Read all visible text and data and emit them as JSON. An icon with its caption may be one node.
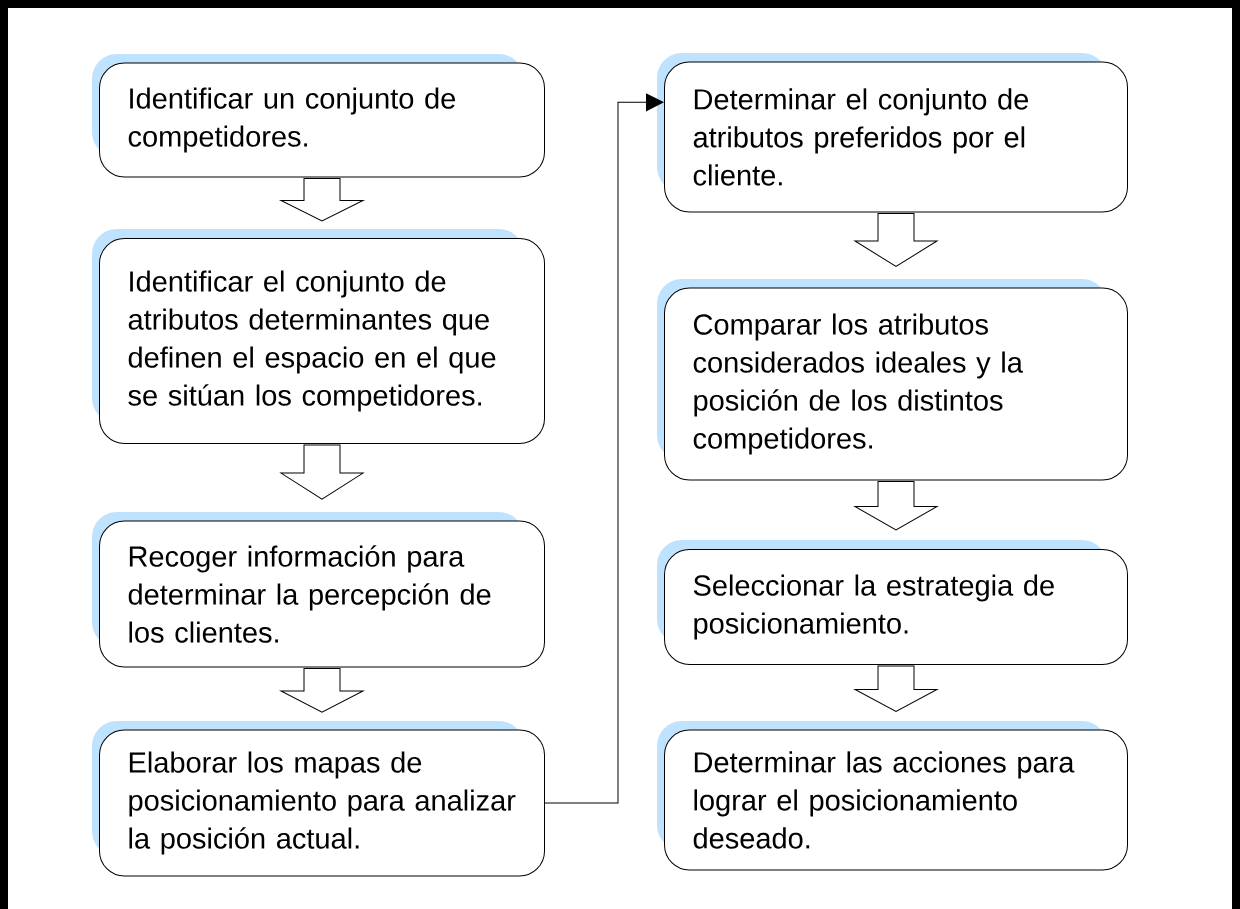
{
  "diagram": {
    "nodes": [
      {
        "text": [
          "Identificar un conjunto de competidores."
        ]
      },
      {
        "text": [
          "Identificar el conjunto de atributos determinantes que definen el espacio en el que se sitúan los competidores."
        ]
      },
      {
        "text": [
          "Recoger información para determinar la percepción de los clientes."
        ]
      },
      {
        "text": [
          "Elaborar los mapas de posicionamiento para analizar la posición actual."
        ]
      },
      {
        "text": [
          "Determinar el conjunto de atributos preferidos por el cliente."
        ]
      },
      {
        "text": [
          "Comparar los atributos considerados ideales y la posición de los distintos competidores."
        ]
      },
      {
        "text": [
          "Seleccionar la estrategia de posicionamiento."
        ]
      },
      {
        "text": [
          "Determinar las acciones para lograr el posicionamiento deseado."
        ]
      }
    ],
    "edges": [
      {
        "from": 0,
        "to": 1,
        "arrow": "to"
      },
      {
        "from": 1,
        "to": 2,
        "arrow": "to"
      },
      {
        "from": 2,
        "to": 3,
        "arrow": "to"
      },
      {
        "from": 3,
        "to": 4,
        "arrow": "to"
      },
      {
        "from": 4,
        "to": 5,
        "arrow": "to"
      },
      {
        "from": 5,
        "to": 6,
        "arrow": "to"
      },
      {
        "from": 6,
        "to": 7,
        "arrow": "to"
      }
    ]
  }
}
